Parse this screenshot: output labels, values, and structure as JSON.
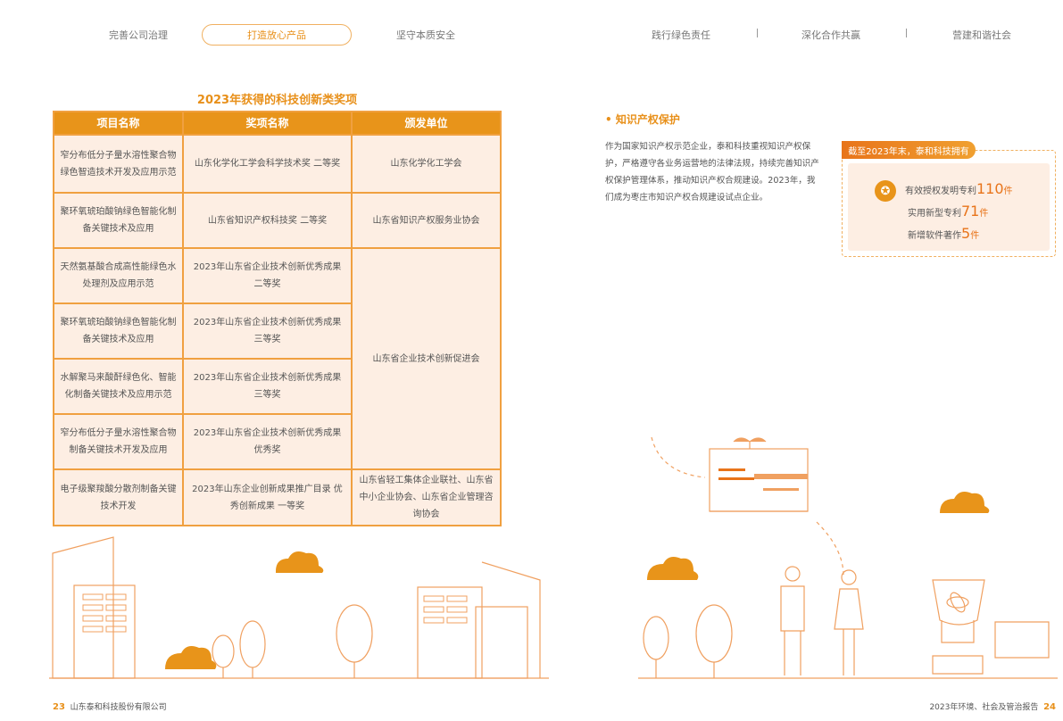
{
  "nav": {
    "items": [
      "完善公司治理",
      "打造放心产品",
      "坚守本质安全",
      "践行绿色责任",
      "深化合作共赢",
      "营建和谐社会"
    ],
    "active": "打造放心产品"
  },
  "table": {
    "title": "2023年获得的科技创新类奖项",
    "headers": [
      "项目名称",
      "奖项名称",
      "颁发单位"
    ],
    "rows": [
      {
        "project": "窄分布低分子量水溶性聚合物绿色智造技术开发及应用示范",
        "award": "山东化学化工学会科学技术奖 二等奖",
        "issuer": "山东化学化工学会"
      },
      {
        "project": "聚环氧琥珀酸钠绿色智能化制备关键技术及应用",
        "award": "山东省知识产权科技奖 二等奖",
        "issuer": "山东省知识产权服务业协会"
      },
      {
        "project": "天然氨基酸合成高性能绿色水处理剂及应用示范",
        "award": "2023年山东省企业技术创新优秀成果 二等奖",
        "issuer": "山东省企业技术创新促进会"
      },
      {
        "project": "聚环氧琥珀酸钠绿色智能化制备关键技术及应用",
        "award": "2023年山东省企业技术创新优秀成果 三等奖",
        "issuer": "山东省企业技术创新促进会"
      },
      {
        "project": "水解聚马来酸酐绿色化、智能化制备关键技术及应用示范",
        "award": "2023年山东省企业技术创新优秀成果 三等奖",
        "issuer": "山东省企业技术创新促进会"
      },
      {
        "project": "窄分布低分子量水溶性聚合物制备关键技术开发及应用",
        "award": "2023年山东省企业技术创新优秀成果 优秀奖",
        "issuer": "山东省企业技术创新促进会"
      },
      {
        "project": "电子级聚羧酸分散剂制备关键技术开发",
        "award": "2023年山东企业创新成果推广目录 优秀创新成果 一等奖",
        "issuer": "山东省轻工集体企业联社、山东省中小企业协会、山东省企业管理咨询协会"
      }
    ]
  },
  "ip": {
    "heading": "知识产权保护",
    "paragraph": "作为国家知识产权示范企业，泰和科技重视知识产权保护，严格遵守各业务运营地的法律法规，持续完善知识产权保护管理体系，推动知识产权合规建设。2023年，我们成为枣庄市知识产权合规建设试点企业。",
    "box_title": "截至2023年末，泰和科技拥有",
    "stats": [
      {
        "label": "有效授权发明专利",
        "value": "110",
        "unit": "件"
      },
      {
        "label": "实用新型专利",
        "value": "71",
        "unit": "件"
      },
      {
        "label": "新增软件著作",
        "value": "5",
        "unit": "件"
      }
    ]
  },
  "footer": {
    "left_page": "23",
    "left_text": "山东泰和科技股份有限公司",
    "right_text": "2023年环境、社会及管治报告",
    "right_page": "24"
  },
  "colors": {
    "accent": "#e8941a",
    "cell": "#fdeee3"
  }
}
